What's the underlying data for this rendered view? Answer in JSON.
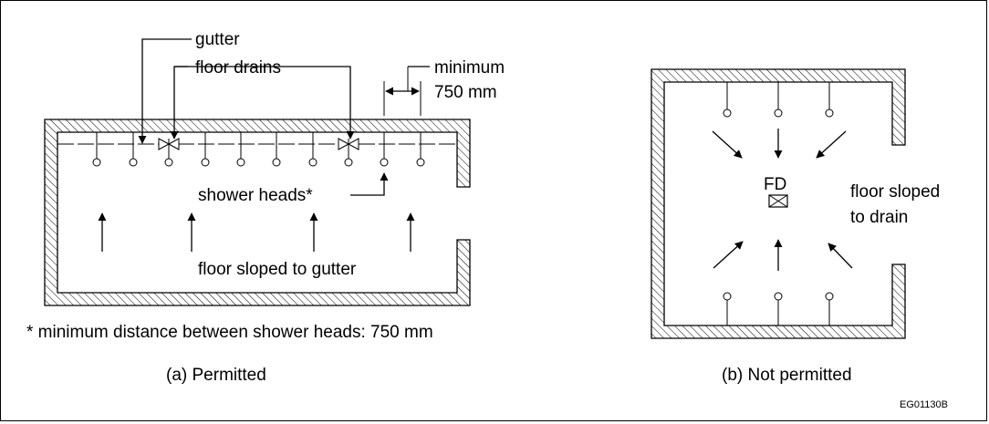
{
  "diagram_a": {
    "label_gutter": "gutter",
    "label_floor_drains": "floor drains",
    "label_minimum_line1": "minimum",
    "label_minimum_line2": "750 mm",
    "label_shower_heads": "shower heads*",
    "label_floor_sloped": "floor sloped to gutter",
    "footnote": "* minimum distance between shower heads: 750 mm",
    "caption": "(a) Permitted"
  },
  "diagram_b": {
    "label_fd": "FD",
    "label_floor_sloped_line1": "floor sloped",
    "label_floor_sloped_line2": "to drain",
    "caption": "(b) Not permitted"
  },
  "figure_code": "EG01130B"
}
